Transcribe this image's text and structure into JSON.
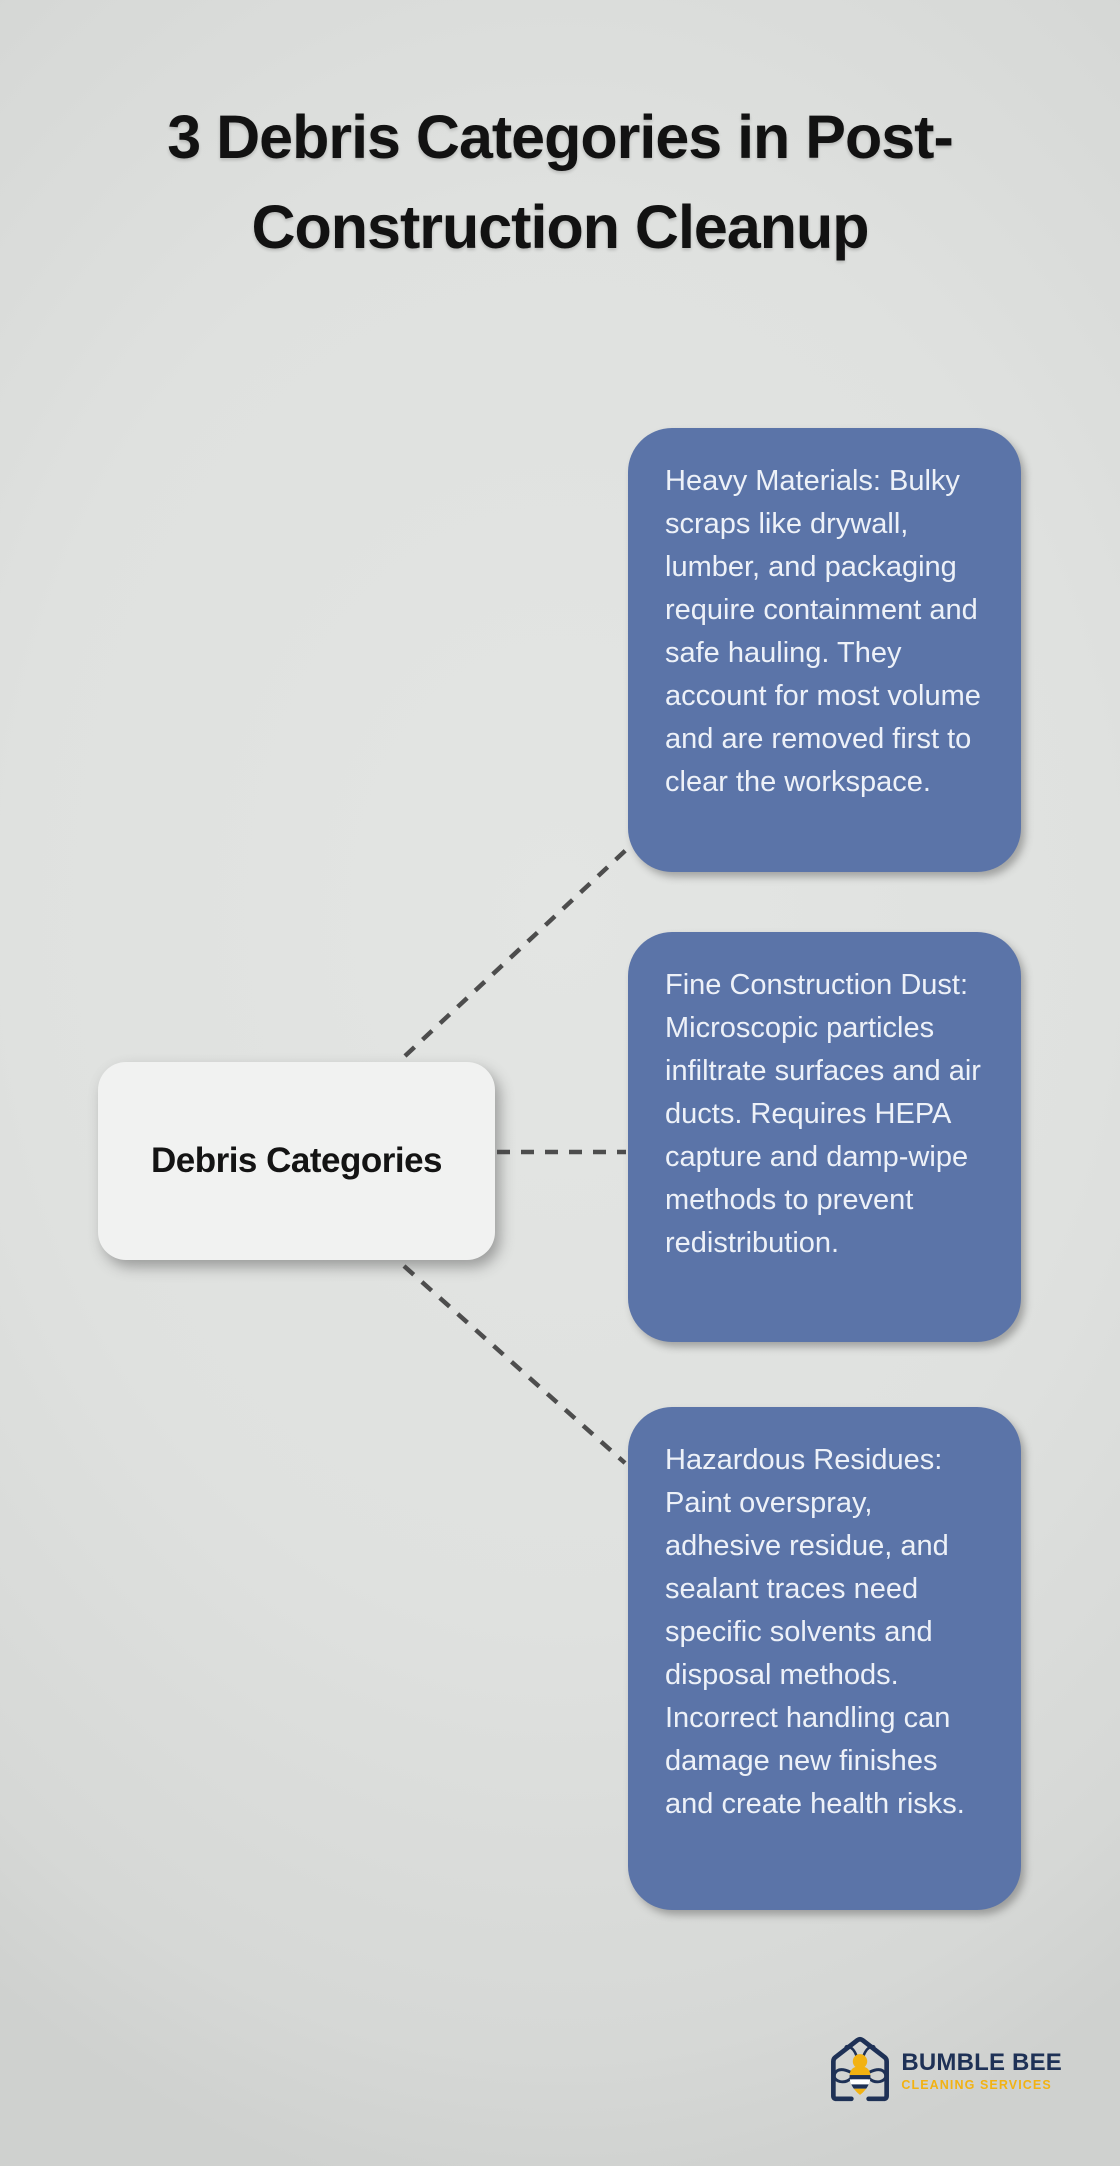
{
  "title": "3 Debris Categories in Post-Construction Cleanup",
  "mindmap": {
    "root_label": "Debris Categories",
    "branches": [
      {
        "id": "heavy-materials",
        "text": "Heavy Materials: Bulky scraps like drywall, lumber, and packaging require containment and safe hauling. They account for most volume and are removed first to clear the workspace."
      },
      {
        "id": "fine-construction-dust",
        "text": "Fine Construction Dust: Microscopic particles infiltrate surfaces and air ducts. Requires HEPA capture and damp-wipe methods to prevent redistribution."
      },
      {
        "id": "hazardous-residues",
        "text": "Hazardous Residues: Paint overspray, adhesive residue, and sealant traces need specific solvents and disposal methods. Incorrect handling can damage new finishes and create health risks."
      }
    ]
  },
  "logo": {
    "brand": "BUMBLE BEE",
    "tagline": "CLEANING SERVICES"
  },
  "colors": {
    "background": "#dfe1df",
    "branch_fill": "#5b74a8",
    "branch_text": "#edf1f8",
    "root_fill": "#f1f2f1",
    "root_text": "#141414",
    "connector": "#4d4d4d",
    "title_text": "#121212",
    "logo_navy": "#1e3156",
    "logo_yellow": "#f2b212"
  }
}
